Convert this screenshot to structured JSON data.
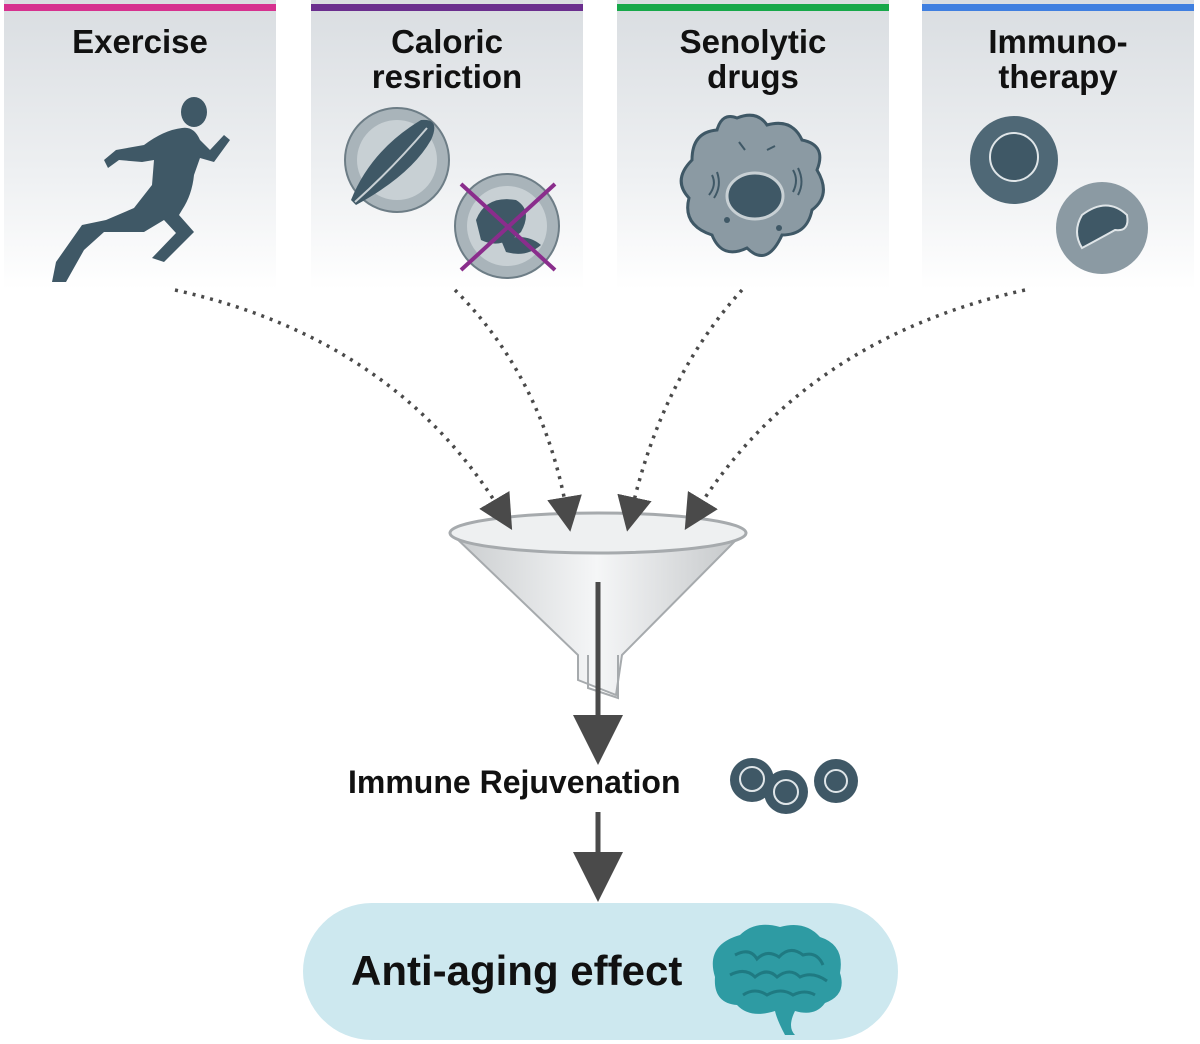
{
  "panels": [
    {
      "label": "Exercise",
      "bar_color": "#d6318f",
      "icon": "runner-icon"
    },
    {
      "label": "Caloric\nresriction",
      "bar_color": "#6a2e8e",
      "icon": "salad-plate-no-bread-icon"
    },
    {
      "label": "Senolytic\ndrugs",
      "bar_color": "#17a84a",
      "icon": "senescent-cell-icon"
    },
    {
      "label": "Immuno-\ntherapy",
      "bar_color": "#3f7fe0",
      "icon": "immune-cells-icon"
    }
  ],
  "funnel": {
    "icon": "funnel-icon"
  },
  "result": {
    "label": "Immune Rejuvenation",
    "icon": "immune-cells-cluster-icon"
  },
  "effect": {
    "label": "Anti-aging effect",
    "icon": "brain-icon",
    "background": "#cde8ef"
  },
  "colors": {
    "icon_dark": "#3f5866",
    "icon_grey": "#8b9aa3",
    "arrow": "#4a4a4a",
    "cross": "#8a2d8c"
  }
}
